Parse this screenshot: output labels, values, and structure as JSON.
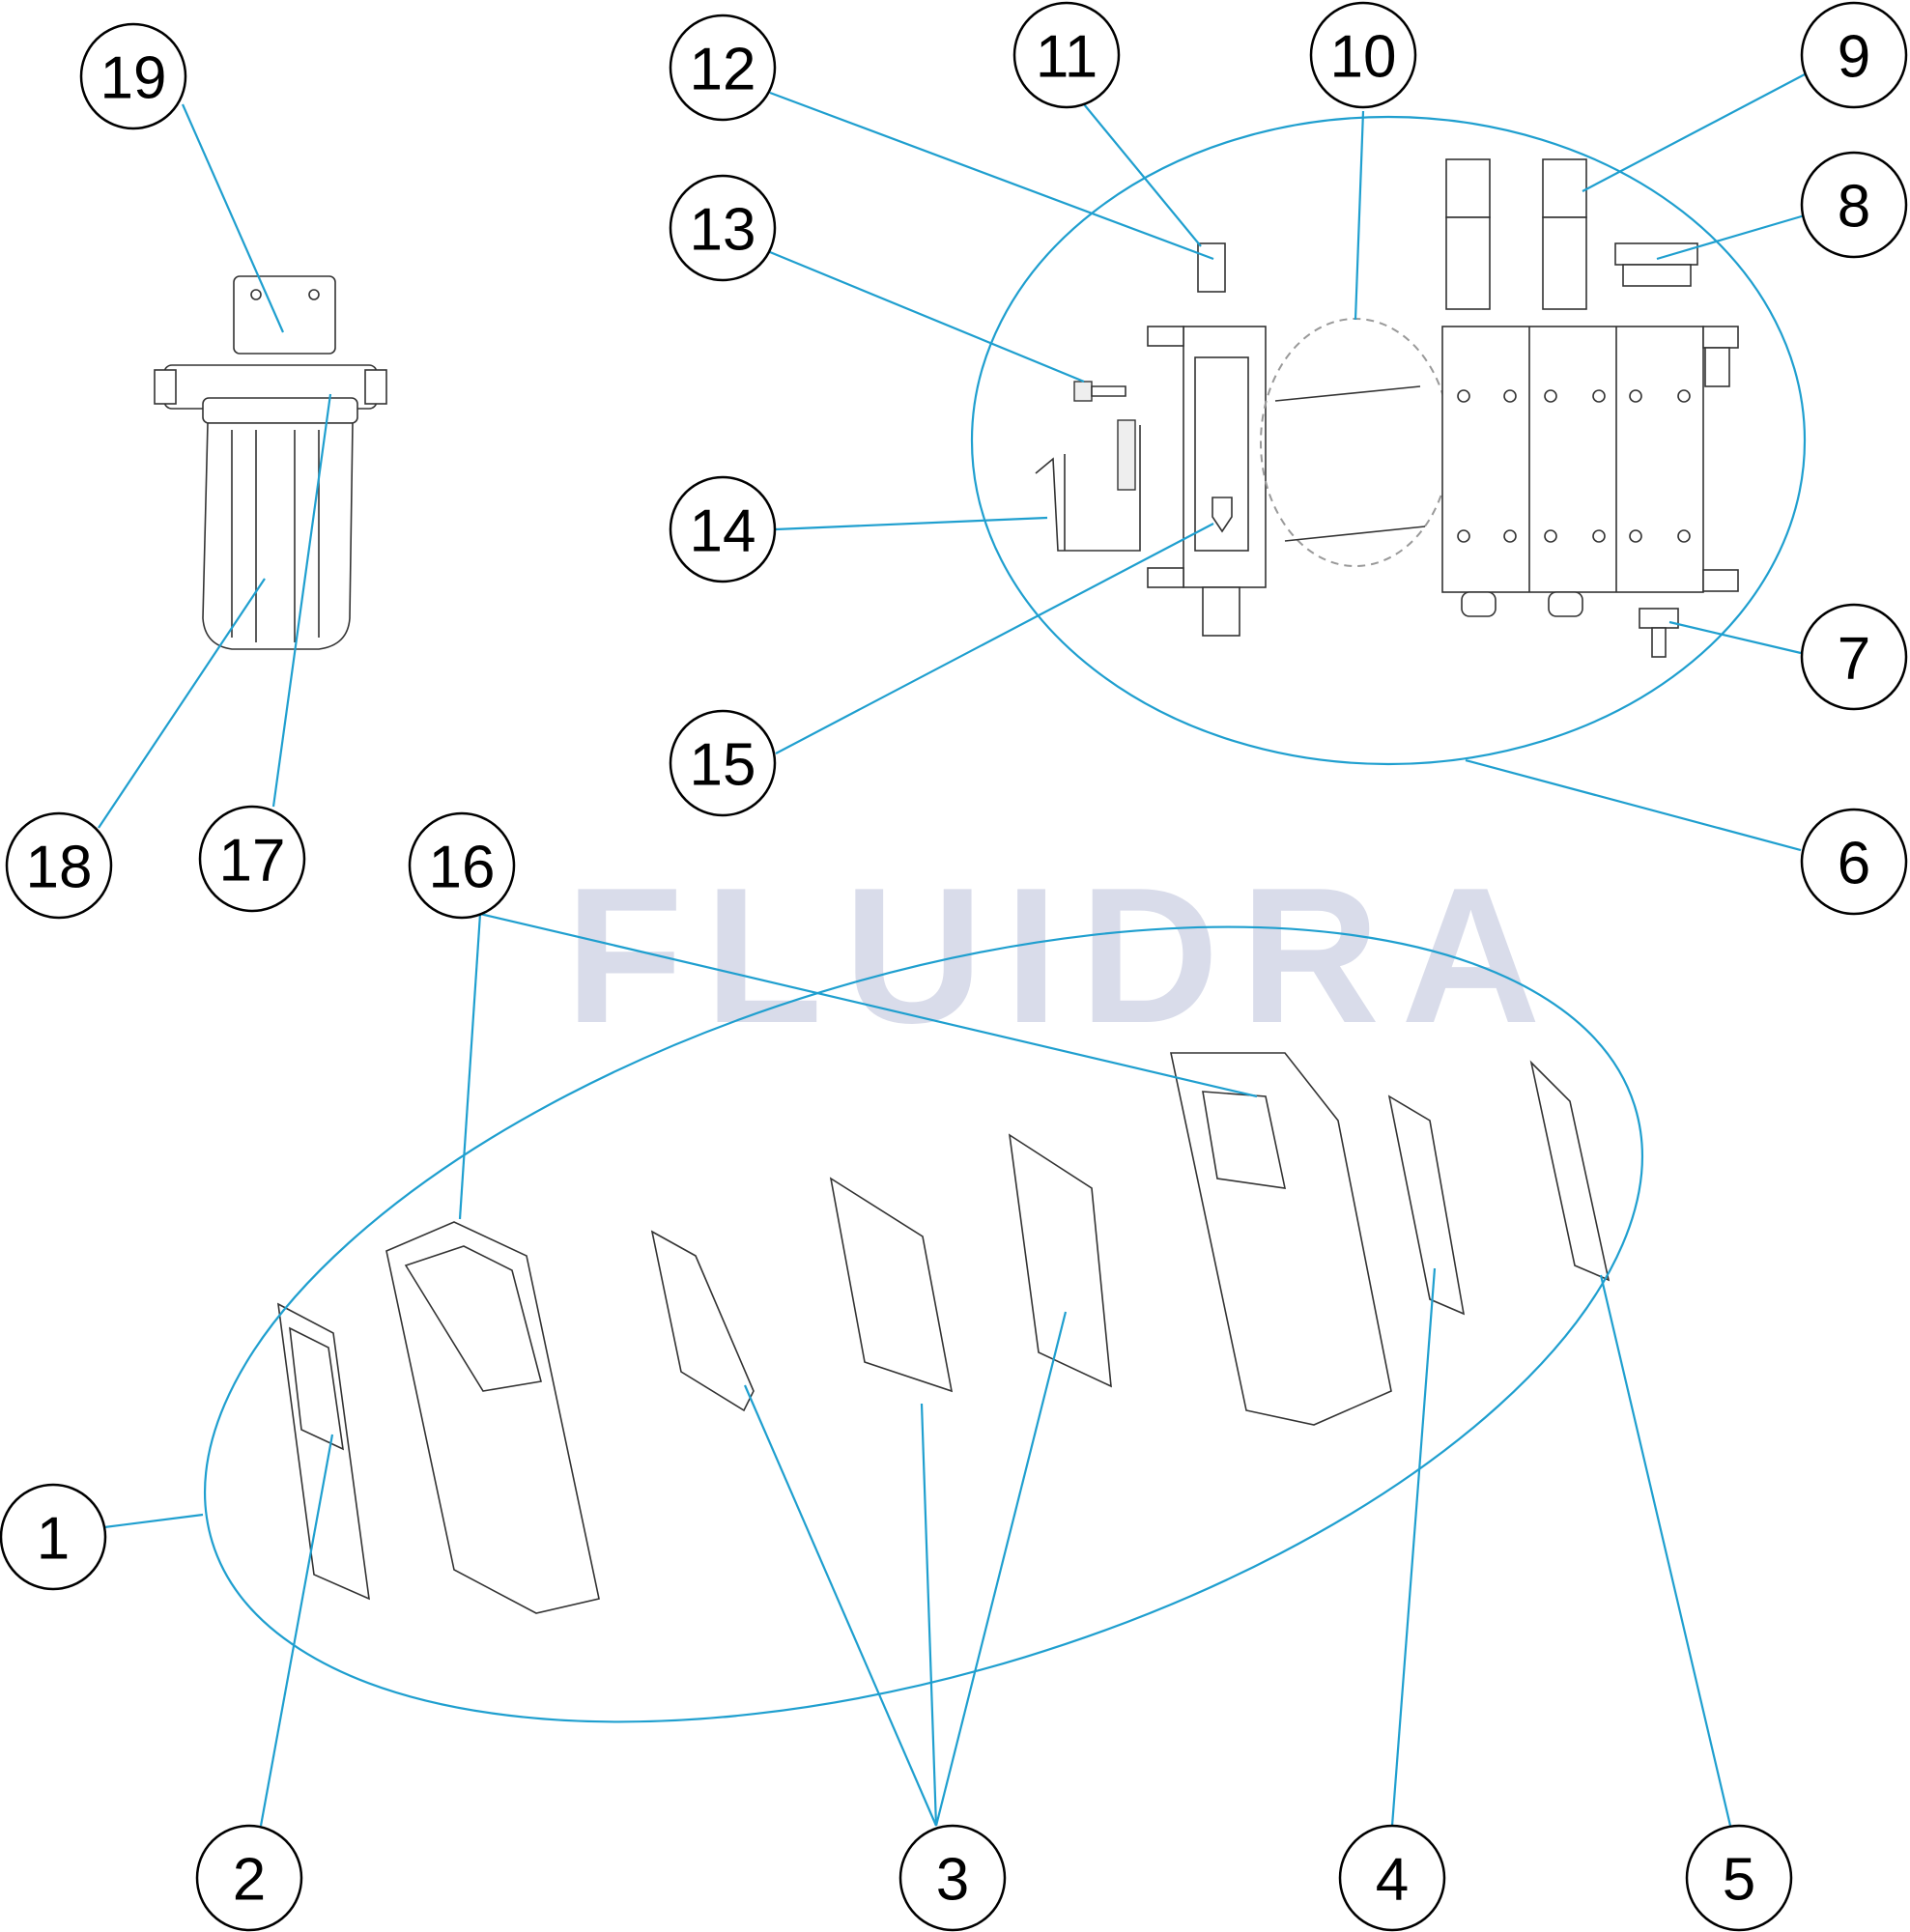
{
  "watermark": "FLUIDRA",
  "colors": {
    "leader_line": "#1f9fcf",
    "watermark": "#d9dcea",
    "outline": "#333333"
  },
  "callouts": {
    "c1": "1",
    "c2": "2",
    "c3": "3",
    "c4": "4",
    "c5": "5",
    "c6": "6",
    "c7": "7",
    "c8": "8",
    "c9": "9",
    "c10": "10",
    "c11": "11",
    "c12": "12",
    "c13": "13",
    "c14": "14",
    "c15": "15",
    "c16": "16",
    "c17": "17",
    "c18": "18",
    "c19": "19"
  }
}
